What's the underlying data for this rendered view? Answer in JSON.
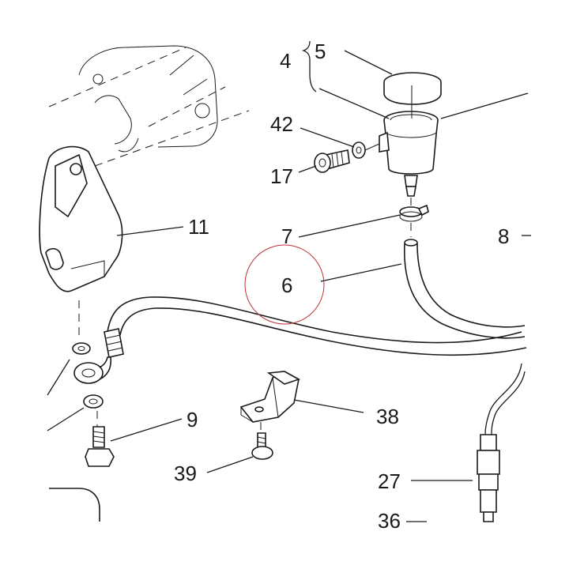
{
  "labels": {
    "l4": "4",
    "l5": "5",
    "l42": "42",
    "l17": "17",
    "l7": "7",
    "l8": "8",
    "l6": "6",
    "l11": "11",
    "l9": "9",
    "l38": "38",
    "l39": "39",
    "l27": "27",
    "l36": "36"
  },
  "colors": {
    "line": "#1a1a1a",
    "highlight_circle": "#c0303a",
    "background": "#ffffff"
  },
  "highlighted_callout": "6"
}
